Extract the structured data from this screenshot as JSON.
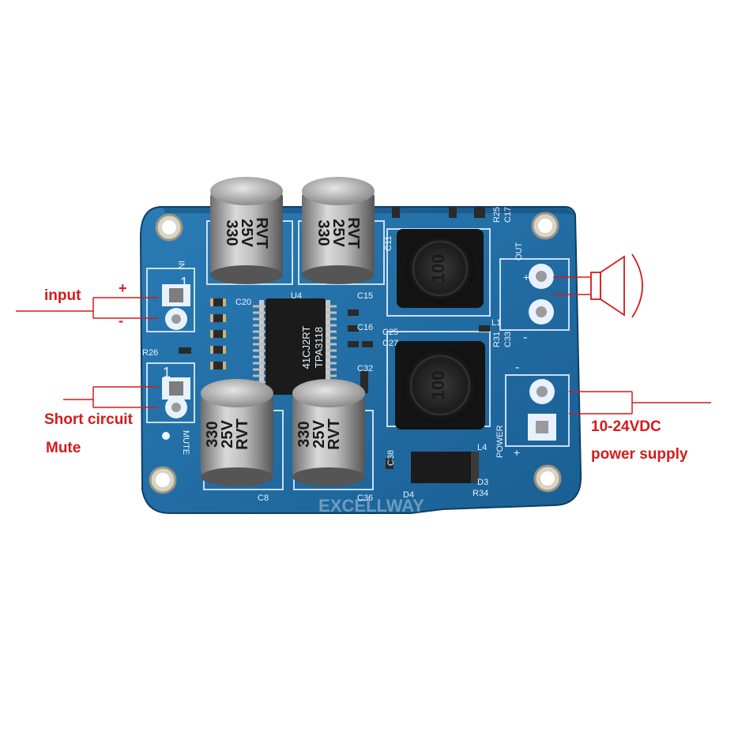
{
  "annotations": {
    "input": "input",
    "plus": "+",
    "minus": "-",
    "short_circuit": "Short circuit",
    "mute": "Mute",
    "voltage": "10-24VDC",
    "power_supply": "power supply"
  },
  "board": {
    "capacitor_value": "330",
    "capacitor_voltage": "25V",
    "capacitor_series": "RVT",
    "chip_line1": "41CJ2RT",
    "chip_line2": "TPA3118",
    "inductor_marking": "100",
    "silk_labels": {
      "u4": "U4",
      "c20": "C20",
      "c15": "C15",
      "c16": "C16",
      "c25": "C25",
      "c27": "C27",
      "c32": "C32",
      "c33": "C33",
      "c38": "C38",
      "c8": "C8",
      "c36": "C36",
      "c11": "C11",
      "c17": "C17",
      "r25": "R25",
      "r26": "R26",
      "r31": "R31",
      "r34": "R34",
      "l1": "L1",
      "l4": "L4",
      "d3": "D3",
      "d4": "D4",
      "mute": "MUTE",
      "power": "POWER",
      "out": "OUT",
      "in": "IN",
      "one": "1"
    }
  },
  "colors": {
    "pcb": "#1f6ba3",
    "annotation": "#d61a1a"
  },
  "watermark": "EXCELLWAY"
}
